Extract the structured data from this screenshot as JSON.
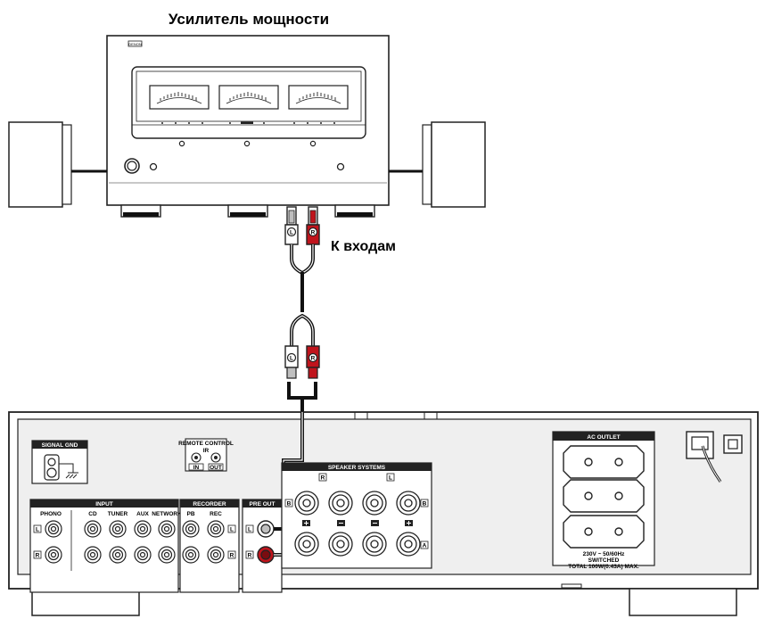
{
  "amplifier": {
    "title": "Усилитель мощности",
    "brand": "DENON"
  },
  "cable": {
    "label": "К входам",
    "plug_left": "L",
    "plug_right": "R",
    "colors": {
      "left": "#bfbfbf",
      "right": "#c0141c",
      "wire": "#1a1a1a"
    }
  },
  "receiver": {
    "signal_gnd": "SIGNAL GND",
    "remote_control": "REMOTE CONTROL",
    "remote_ir": "IR",
    "remote_in": "IN",
    "remote_out": "OUT",
    "input_header": "INPUT",
    "recorder_header": "RECORDER",
    "preout_header": "PRE OUT",
    "speaker_header": "SPEAKER SYSTEMS",
    "input_cols": [
      "PHONO",
      "CD",
      "TUNER",
      "AUX",
      "NETWORK"
    ],
    "recorder_cols": [
      "PB",
      "REC"
    ],
    "row_l": "L",
    "row_r": "R",
    "spk_a": "A",
    "spk_b": "B",
    "spk_r": "R",
    "spk_l": "L",
    "ac_outlet": "AC OUTLET",
    "ac_line1": "230V ~ 50/60Hz",
    "ac_line2": "SWITCHED",
    "ac_line3": "TOTAL 100W(0.43A) MAX."
  }
}
